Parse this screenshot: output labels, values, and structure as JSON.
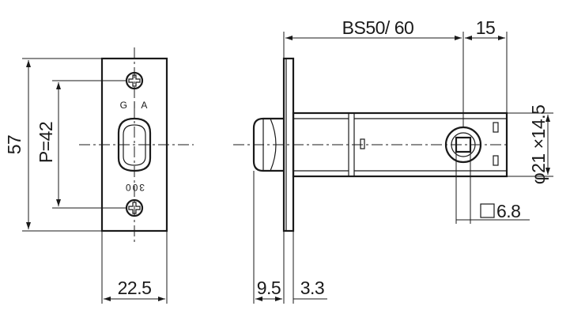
{
  "front_view": {
    "height_label": "57",
    "pitch_label": "P=42",
    "width_label": "22.5",
    "top_marking": "G I A",
    "bottom_marking": "300"
  },
  "side_view": {
    "backset_label": "BS50/ 60",
    "spindle_offset_label": "15",
    "latch_label": "9.5",
    "plate_label": "3.3",
    "body_label": "φ21 ×14.5",
    "spindle_label": "6.8"
  }
}
